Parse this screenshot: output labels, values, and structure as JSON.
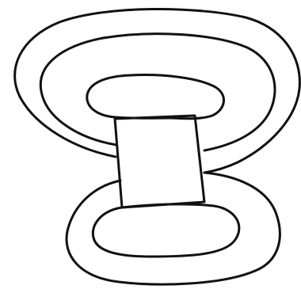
{
  "figure": {
    "kind": "line-drawing",
    "background": "#ffffff",
    "ink_color": "#111111",
    "elements": [
      "outer-upper-loop",
      "middle-upper-loop",
      "inner-upper-loop",
      "outer-lower-loop",
      "inner-lower-loop",
      "central-quadrilateral"
    ]
  }
}
